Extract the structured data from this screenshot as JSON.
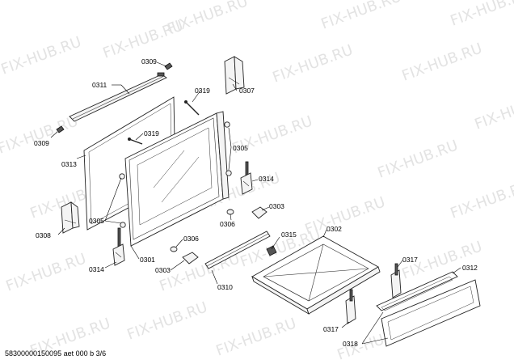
{
  "watermark": "FIX-HUB.RU",
  "labels": {
    "l0309a": "0309",
    "l0311": "0311",
    "l0307": "0307",
    "l0319a": "0319",
    "l0319b": "0319",
    "l0309b": "0309",
    "l0313": "0313",
    "l0305a": "0305",
    "l0305b": "0305",
    "l0314a": "0314",
    "l0314b": "0314",
    "l0308": "0308",
    "l0303a": "0303",
    "l0303b": "0303",
    "l0306a": "0306",
    "l0306b": "0306",
    "l0301": "0301",
    "l0310": "0310",
    "l0315": "0315",
    "l0302": "0302",
    "l0317a": "0317",
    "l0317b": "0317",
    "l0312": "0312",
    "l0318": "0318"
  },
  "footer": "58300000150095 aet 000 b 3/6"
}
